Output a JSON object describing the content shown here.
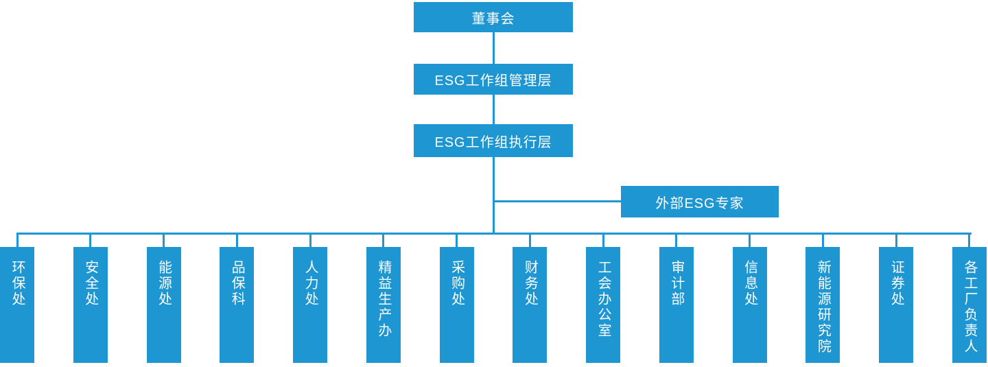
{
  "colors": {
    "node_fill": "#1E96D2",
    "connector": "#1E96D2",
    "node_text": "#FFFFFF",
    "background": "#FFFFFF"
  },
  "hierarchy": {
    "root": {
      "label": "董事会"
    },
    "management": {
      "label": "ESG工作组管理层"
    },
    "execution": {
      "label": "ESG工作组执行层"
    },
    "external_advisor": {
      "label": "外部ESG专家"
    }
  },
  "departments": [
    {
      "label": "环保处"
    },
    {
      "label": "安全处"
    },
    {
      "label": "能源处"
    },
    {
      "label": "品保科"
    },
    {
      "label": "人力处"
    },
    {
      "label": "精益生产办"
    },
    {
      "label": "采购处"
    },
    {
      "label": "财务处"
    },
    {
      "label": "工会办公室"
    },
    {
      "label": "审计部"
    },
    {
      "label": "信息处"
    },
    {
      "label": "新能源研究院"
    },
    {
      "label": "证券处"
    },
    {
      "label": "各工厂负责人"
    }
  ]
}
